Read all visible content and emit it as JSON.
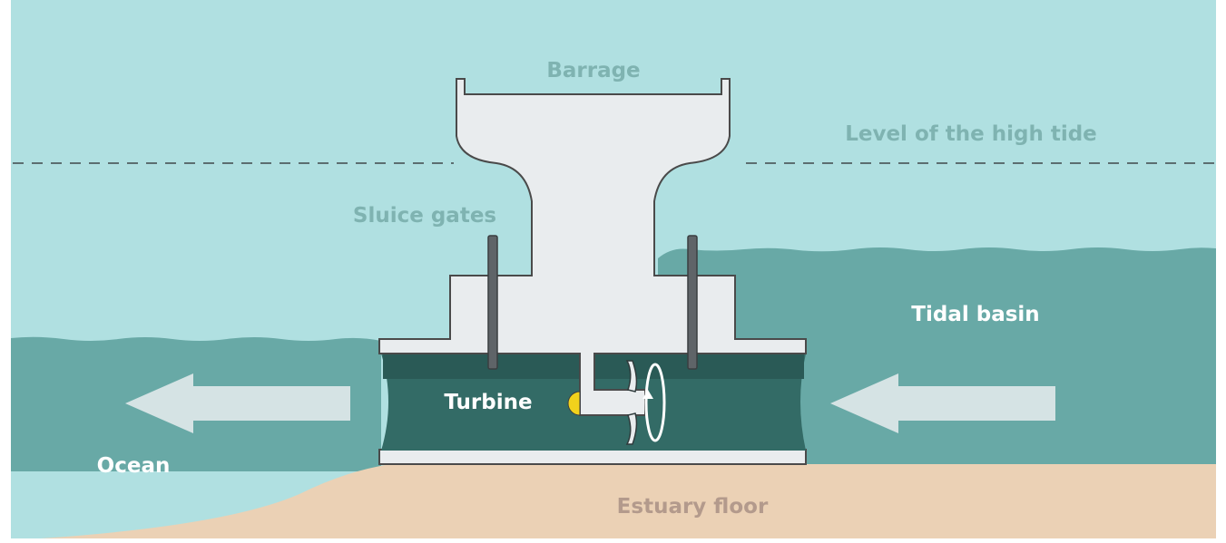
{
  "labels": {
    "barrage": "Barrage",
    "high_tide": "Level of the high tide",
    "sluice_gates": "Sluice gates",
    "tidal_basin": "Tidal basin",
    "turbine": "Turbine",
    "ocean": "Ocean",
    "estuary_floor": "Estuary floor"
  },
  "colors": {
    "sky_water": "#b0e0e1",
    "ocean": "#68a9a6",
    "basin": "#68a9a6",
    "channel": "#336b66",
    "channel_top": "#2a5a56",
    "structure": "#e9ecee",
    "structure_stroke": "#4a4a4a",
    "floor": "#ebd1b5",
    "gate": "#5f6468",
    "arrow": "#d5e3e4",
    "turbine_hub": "#f1d21c"
  },
  "flow_direction": "tidal basin to ocean",
  "icons": [
    "flow-arrow-left-icon",
    "rotation-arrow-icon",
    "turbine-blade-icon"
  ]
}
